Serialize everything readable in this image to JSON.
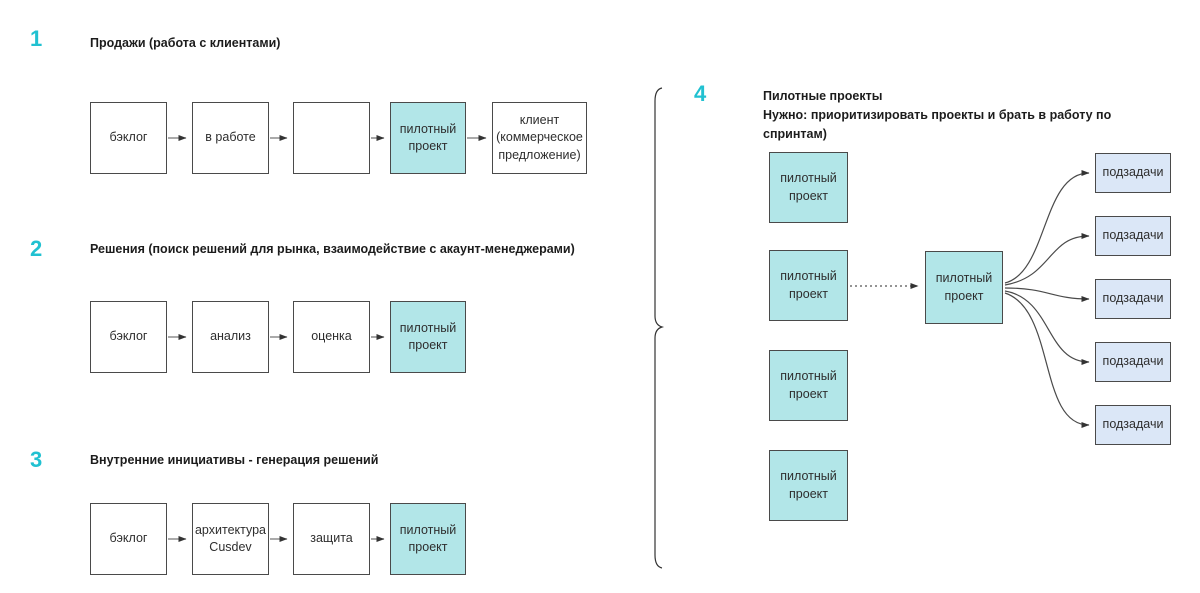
{
  "palette": {
    "accent": "#21c1d1",
    "teal_fill": "#b2e6e8",
    "blue_fill": "#dbe7f7",
    "box_border": "#4a4a4a",
    "arrow": "#4a4a4a"
  },
  "sections": [
    {
      "number": "1",
      "title": "Продажи  (работа с клиентами)",
      "boxes": [
        {
          "label": "бэклог"
        },
        {
          "label": "в работе"
        },
        {
          "label": ""
        },
        {
          "label": "пилотный проект"
        },
        {
          "label": "клиент (коммерческое предложение)"
        }
      ]
    },
    {
      "number": "2",
      "title": "Решения (поиск решений для рынка, взаимодействие с акаунт-менеджерами)",
      "boxes": [
        {
          "label": "бэклог"
        },
        {
          "label": "анализ"
        },
        {
          "label": "оценка"
        },
        {
          "label": "пилотный проект"
        }
      ]
    },
    {
      "number": "3",
      "title": "Внутренние инициативы -  генерация решений",
      "boxes": [
        {
          "label": "бэклог"
        },
        {
          "label": "архитектура Cusdev"
        },
        {
          "label": "защита"
        },
        {
          "label": "пилотный проект"
        }
      ]
    },
    {
      "number": "4",
      "title_line1": "Пилотные проекты",
      "title_line2": "Нужно: приоритизировать проекты и брать в работу по\nспринтам)",
      "pilot_boxes": [
        "пилотный проект",
        "пилотный проект",
        "пилотный проект",
        "пилотный проект"
      ],
      "central_box": "пилотный проект",
      "subtasks": [
        "подзадачи",
        "подзадачи",
        "подзадачи",
        "подзадачи",
        "подзадачи"
      ]
    }
  ]
}
